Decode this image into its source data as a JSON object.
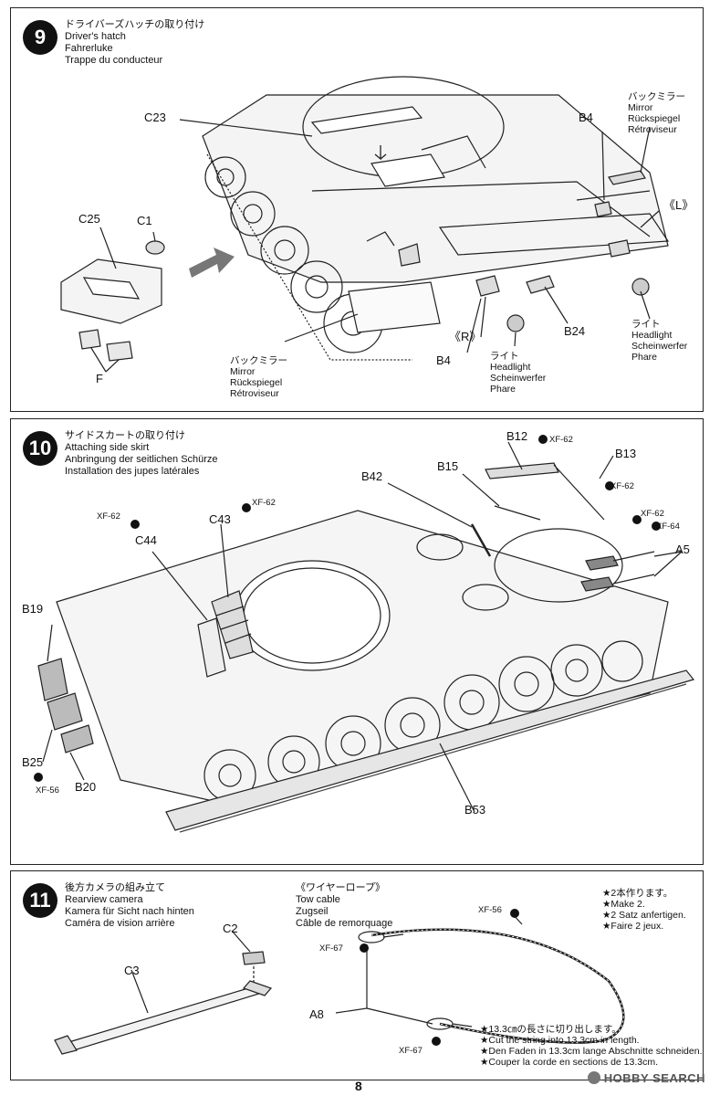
{
  "steps": [
    {
      "number": "9",
      "title_jp": "ドライバーズハッチの取り付け",
      "title_en": "Driver's hatch",
      "title_de": "Fahrerluke",
      "title_fr": "Trappe du conducteur",
      "labels": {
        "c23": "C23",
        "c25": "C25",
        "c1": "C1",
        "f": "F",
        "b4_top": "B4",
        "b4_bottom": "B4",
        "b24": "B24",
        "r": "《R》",
        "l": "《L》"
      },
      "mirror_top": {
        "jp": "バックミラー",
        "en": "Mirror",
        "de": "Rückspiegel",
        "fr": "Rétroviseur"
      },
      "mirror_bottom": {
        "jp": "バックミラー",
        "en": "Mirror",
        "de": "Rückspiegel",
        "fr": "Rétroviseur"
      },
      "light_right": {
        "jp": "ライト",
        "en": "Headlight",
        "de": "Scheinwerfer",
        "fr": "Phare"
      },
      "light_center": {
        "jp": "ライト",
        "en": "Headlight",
        "de": "Scheinwerfer",
        "fr": "Phare"
      }
    },
    {
      "number": "10",
      "title_jp": "サイドスカートの取り付け",
      "title_en": "Attaching side skirt",
      "title_de": "Anbringung der seitlichen Schürze",
      "title_fr": "Installation des jupes latérales",
      "labels": {
        "b12": "B12",
        "b13": "B13",
        "b15": "B15",
        "b42": "B42",
        "c43": "C43",
        "c44": "C44",
        "b19": "B19",
        "b25": "B25",
        "b20": "B20",
        "b53": "B53",
        "a5": "A5"
      },
      "paints": {
        "xf62_b12": "XF-62",
        "xf62_b13": "XF-62",
        "xf62_c43": "XF-62",
        "xf62_c44": "XF-62",
        "xf62_a5": "XF-62",
        "xf64_a5": "XF-64",
        "xf56_b25": "XF-56"
      }
    },
    {
      "number": "11",
      "title_jp": "後方カメラの組み立て",
      "title_en": "Rearview camera",
      "title_de": "Kamera für Sicht nach hinten",
      "title_fr": "Caméra de vision arrière",
      "labels": {
        "c2": "C2",
        "c3": "C3",
        "a8": "A8"
      },
      "tow_cable": {
        "jp": "《ワイヤーロープ》",
        "en": "Tow cable",
        "de": "Zugseil",
        "fr": "Câble de remorquage"
      },
      "paints": {
        "xf56": "XF-56",
        "xf67_top": "XF-67",
        "xf67_bottom": "XF-67"
      },
      "make2": {
        "jp": "★2本作ります。",
        "en": "★Make 2.",
        "de": "★2 Satz anfertigen.",
        "fr": "★Faire 2 jeux."
      },
      "cut_note": {
        "jp": "★13.3㎝の長さに切り出します。",
        "en": "★Cut the string into 13.3cm in length.",
        "de": "★Den Faden in 13.3cm lange Abschnitte schneiden.",
        "fr": "★Couper la corde en sections de 13.3cm."
      }
    }
  ],
  "page_number": "8",
  "watermark": "HOBBY SEARCH",
  "colors": {
    "ink": "#111111",
    "border": "#222222",
    "paper": "#ffffff",
    "arrow": "#777777"
  }
}
